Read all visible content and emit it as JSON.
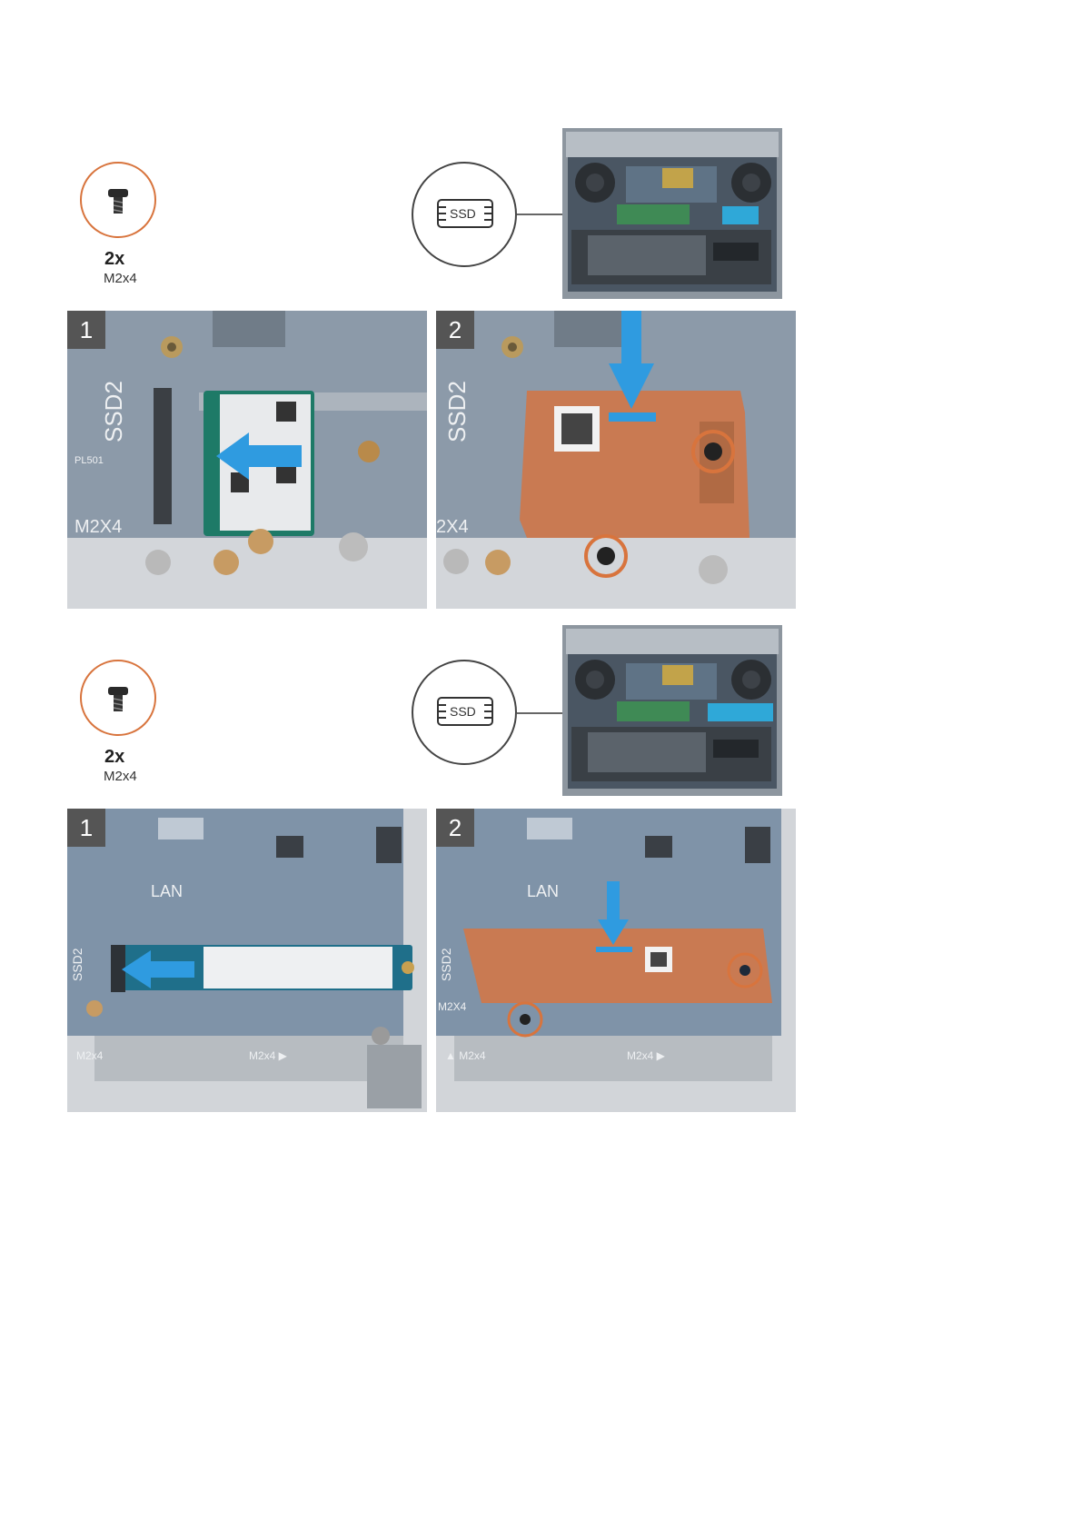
{
  "sections": [
    {
      "screw": {
        "qty": "2x",
        "size": "M2x4",
        "icon": "screw-icon"
      },
      "ssd_callout": {
        "label": "SSD",
        "icon": "ssd-icon"
      },
      "step1": {
        "badge": "1",
        "pcb_labels": [
          "SSD2",
          "M2X4",
          "PL501"
        ]
      },
      "step2": {
        "badge": "2",
        "pcb_labels": [
          "SSD2",
          "2X4"
        ]
      }
    },
    {
      "screw": {
        "qty": "2x",
        "size": "M2x4",
        "icon": "screw-icon"
      },
      "ssd_callout": {
        "label": "SSD",
        "icon": "ssd-icon"
      },
      "step1": {
        "badge": "1",
        "pcb_labels": [
          "LAN",
          "SSD2",
          "M2x4",
          "M2x4 ▶"
        ]
      },
      "step2": {
        "badge": "2",
        "pcb_labels": [
          "LAN",
          "SSD2",
          "M2X4",
          "▲ M2x4",
          "M2x4 ▶"
        ]
      }
    }
  ],
  "colors": {
    "screw_ring": "#d8743d",
    "copper": "#c97a52",
    "arrow": "#2f9be0",
    "pcb": "#7f93a8",
    "badge": "#555555"
  }
}
